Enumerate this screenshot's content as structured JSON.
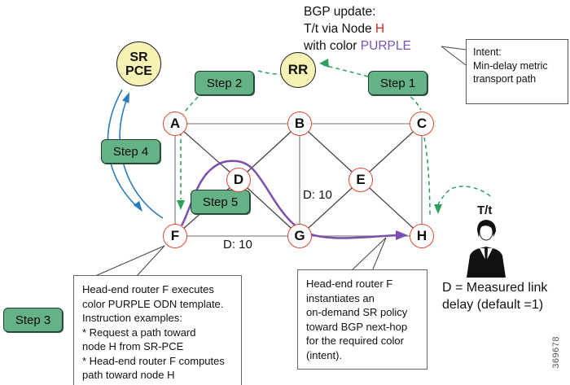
{
  "title": {
    "line1": "BGP update:",
    "line2_prefix": "T/t via Node ",
    "line2_highlight": "H",
    "line3_prefix": "with color ",
    "line3_highlight": "PURPLE"
  },
  "intent_callout": "Intent:\nMin-delay metric\ntransport path",
  "controllers": {
    "sr_pce": "SR\nPCE",
    "rr": "RR"
  },
  "steps": {
    "step1": "Step 1",
    "step2": "Step 2",
    "step3": "Step 3",
    "step4": "Step 4",
    "step5": "Step 5"
  },
  "nodes": {
    "a": "A",
    "b": "B",
    "c": "C",
    "d": "D",
    "e": "E",
    "f": "F",
    "g": "G",
    "h": "H"
  },
  "link_labels": {
    "bg_delay": "D: 10",
    "fg_delay": "D: 10"
  },
  "callout_left": "Head-end router F executes\ncolor PURPLE ODN template.\nInstruction examples:\n* Request a path toward\nnode H from SR-PCE\n* Head-end router F computes\npath toward node H",
  "callout_middle": "Head-end router F\ninstantiates an\non-demand SR policy\ntoward BGP next-hop\nfor the required color\n(intent).",
  "legend": {
    "traffic": "T/t",
    "delay": "D = Measured link\ndelay (default =1)"
  },
  "figure_id": "369678",
  "colors": {
    "node_border": "#dc4733",
    "step_fill": "#65b287",
    "controller_fill": "#f6f2b4",
    "green_dashed": "#2aa05c",
    "blue_arrow": "#2b7cb8",
    "purple_path": "#7a4fae",
    "red_highlight": "#cc2b24",
    "purple_highlight": "#7a52b8"
  }
}
